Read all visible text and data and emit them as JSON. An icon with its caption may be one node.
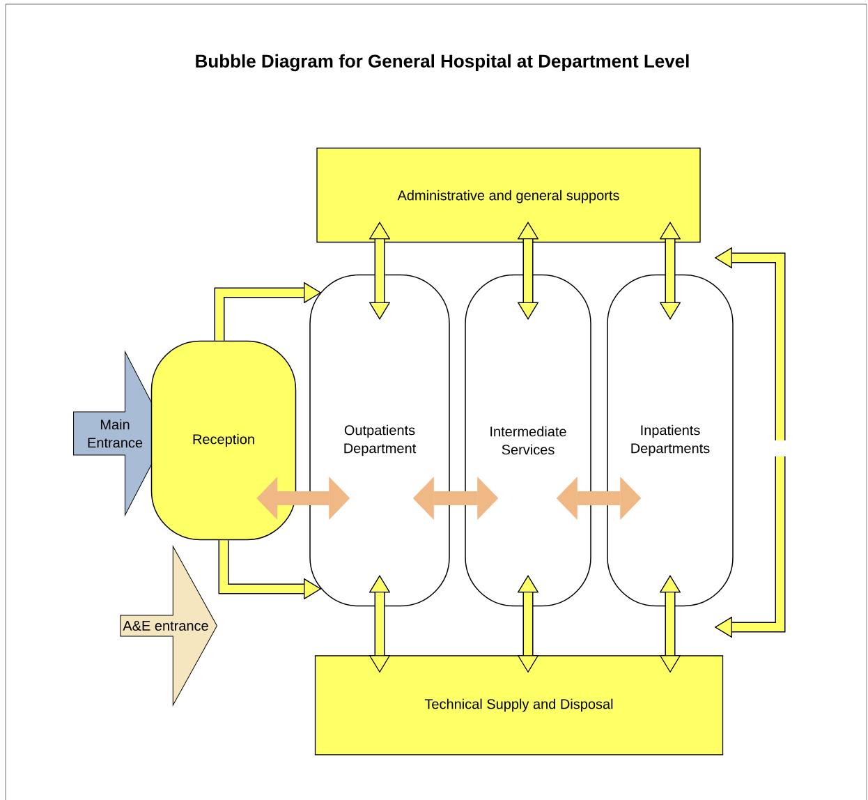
{
  "diagram": {
    "title": "Bubble Diagram for General Hospital at Department Level",
    "nodes": [
      {
        "text": [
          "Administrative and general supports"
        ]
      },
      {
        "text": [
          "Main Entrance"
        ]
      },
      {
        "text": [
          "Reception"
        ]
      },
      {
        "text": [
          "Outpatients Department"
        ]
      },
      {
        "text": [
          "Intermediate Services"
        ]
      },
      {
        "text": [
          "Inpatients Departments"
        ]
      },
      {
        "text": [
          "A&E entrance"
        ]
      },
      {
        "text": [
          "Technical Supply and Disposal"
        ]
      }
    ],
    "edges": [
      {
        "from": 0,
        "to": 3,
        "arrow": "both"
      },
      {
        "from": 0,
        "to": 4,
        "arrow": "both"
      },
      {
        "from": 0,
        "to": 5,
        "arrow": "both"
      },
      {
        "from": 2,
        "to": 3,
        "arrow": "to"
      },
      {
        "from": null,
        "to": 5,
        "arrow": "to"
      },
      {
        "from": 2,
        "to": 3,
        "arrow": "both",
        "color": "#f0b884"
      },
      {
        "from": 3,
        "to": 4,
        "arrow": "both",
        "color": "#f0b884"
      },
      {
        "from": 4,
        "to": 5,
        "arrow": "both",
        "color": "#f0b884"
      },
      {
        "from": 2,
        "to": 3,
        "arrow": "to"
      },
      {
        "from": null,
        "to": 5,
        "arrow": "to"
      },
      {
        "from": 3,
        "to": 7,
        "arrow": "both"
      },
      {
        "from": 4,
        "to": 7,
        "arrow": "both"
      },
      {
        "from": 5,
        "to": 7,
        "arrow": "both"
      }
    ]
  }
}
